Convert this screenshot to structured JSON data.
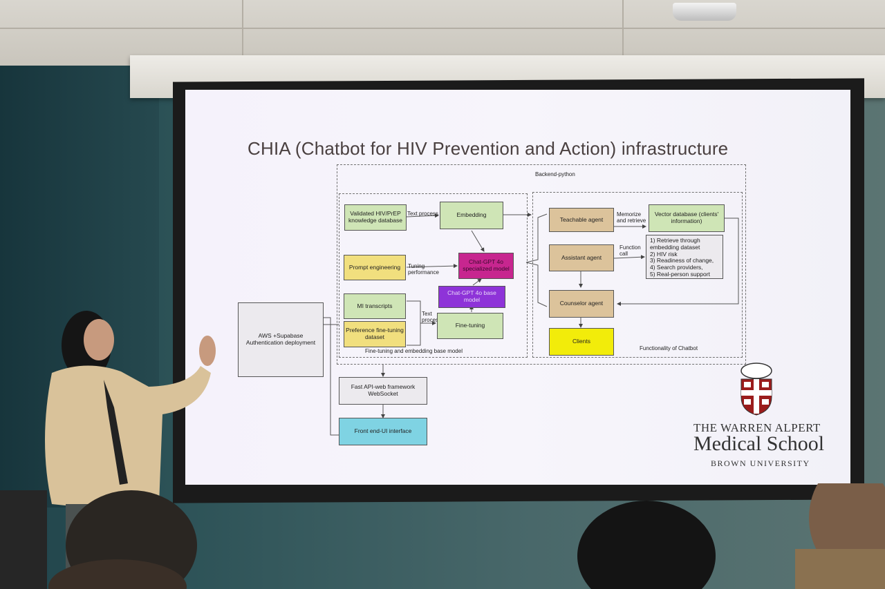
{
  "slide": {
    "title": "CHIA (Chatbot for HIV Prevention and Action) infrastructure",
    "groups": {
      "backend": "Backend-python",
      "finetune": "Fine-tuning and embedding base model",
      "functionality": "Functionality of Chatbot"
    },
    "boxes": {
      "validated": "Validated HIV/PrEP knowledge database",
      "embedding": "Embedding",
      "prompt": "Prompt engineering",
      "specialized": "Chat-GPT 4o specialized model",
      "base": "Chat-GPT 4o base model",
      "mi": "MI transcripts",
      "preference": "Preference fine-tuning dataset",
      "finetuning": "Fine-tuning",
      "aws": "AWS +Supabase Authentication deployment",
      "teachable": "Teachable agent",
      "vector": "Vector database (clients' information)",
      "assistant": "Assistant agent",
      "counselor": "Counselor agent",
      "clients": "Clients",
      "fastapi": "Fast API-web framework WebSocket",
      "frontend": "Front end-UI interface"
    },
    "function_list": [
      "1) Retrieve through embedding dataset",
      "2) HIV risk",
      "3) Readiness of change,",
      "4) Search providers,",
      "5) Real-person support"
    ],
    "edge_labels": {
      "text_process_1": "Text process",
      "tuning": "Tuning performance",
      "text_process_2": "Text process",
      "memorize": "Memorize and retrieve",
      "function_call": "Function call"
    },
    "logo": {
      "line1": "THE WARREN ALPERT",
      "line2": "Medical School",
      "line3": "BROWN UNIVERSITY"
    }
  },
  "colors": {
    "green": "#cfe5b6",
    "yellow": "#f1df7e",
    "tan": "#dcc39b",
    "magenta": "#c7268f",
    "purple": "#8e33d8",
    "bright_yellow": "#f2ec0a",
    "cyan": "#7fd3e3",
    "logo_red": "#9b1c1c"
  }
}
